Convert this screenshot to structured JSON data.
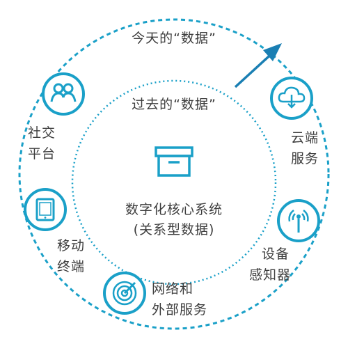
{
  "outer_ring": {
    "label": "今天的“数据”"
  },
  "inner_ring": {
    "label": "过去的“数据”"
  },
  "core": {
    "title": "数字化核心系统",
    "subtitle": "(关系型数据)"
  },
  "nodes": {
    "social": {
      "line1": "社交",
      "line2": "平台",
      "icon": "people-icon"
    },
    "mobile": {
      "line1": "移动",
      "line2": "终端",
      "icon": "tablet-icon"
    },
    "network": {
      "line1": "网络和",
      "line2": "外部服务",
      "icon": "radar-icon"
    },
    "sensor": {
      "line1": "设备",
      "line2": "感知器",
      "icon": "antenna-icon"
    },
    "cloud": {
      "line1": "云端",
      "line2": "服务",
      "icon": "cloud-download-icon"
    }
  },
  "colors": {
    "accent": "#1aa0c8",
    "text": "#3d3d3d"
  }
}
